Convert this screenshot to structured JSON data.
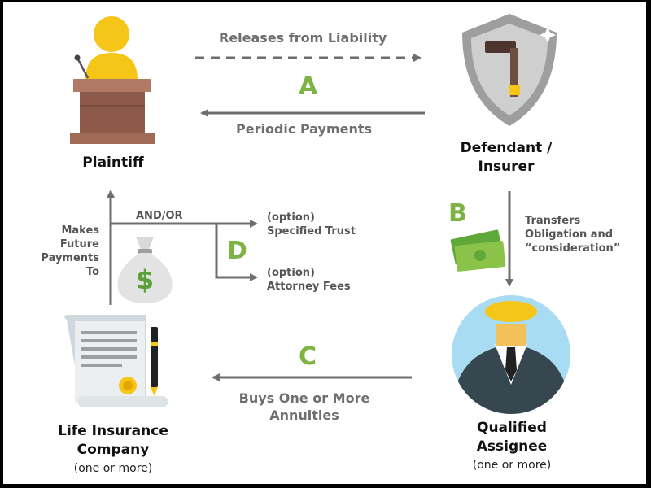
{
  "nodes": {
    "plaintiff": {
      "name": "Plaintiff"
    },
    "defendant": {
      "name": "Defendant / Insurer"
    },
    "assignee": {
      "name": "Qualified Assignee",
      "note": "(one or more)"
    },
    "life_insurance": {
      "name": "Life Insurance Company",
      "note": "(one or more)"
    }
  },
  "flows": {
    "releases": {
      "label": "Releases from Liability"
    },
    "periodic": {
      "label": "Periodic Payments",
      "step": "A"
    },
    "transfers": {
      "label": "Transfers Obligation and “consideration”",
      "step": "B"
    },
    "buys": {
      "label": "Buys One or More Annuities",
      "step": "C"
    },
    "future": {
      "label": "Makes Future Payments To"
    },
    "options": {
      "step": "D",
      "branch_label": "AND/OR",
      "trust": "(option) Specified Trust",
      "attorney": "(option) Attorney Fees"
    }
  },
  "icons": {
    "plaintiff": "podium-speaker-icon",
    "defendant": "shield-gavel-icon",
    "assignee": "businessman-avatar-icon",
    "life_insurance": "contract-pen-icon",
    "money_bag": "money-bag-icon",
    "cash": "cash-bills-icon"
  },
  "colors": {
    "accent_green": "#7cb342",
    "arrow_gray": "#6e6e6e",
    "gold": "#f5c518",
    "podium_brown": "#8d5a4a"
  }
}
